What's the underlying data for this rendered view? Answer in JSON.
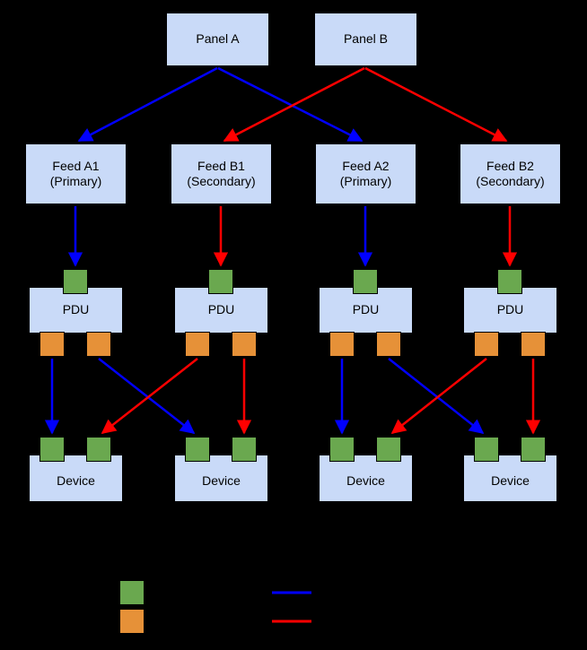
{
  "diagram": {
    "panels": [
      {
        "label": "Panel A"
      },
      {
        "label": "Panel B"
      }
    ],
    "feeds": [
      {
        "line1": "Feed A1",
        "line2": "(Primary)"
      },
      {
        "line1": "Feed B1",
        "line2": "(Secondary)"
      },
      {
        "line1": "Feed A2",
        "line2": "(Primary)"
      },
      {
        "line1": "Feed B2",
        "line2": "(Secondary)"
      }
    ],
    "pdus": [
      {
        "label": "PDU"
      },
      {
        "label": "PDU"
      },
      {
        "label": "PDU"
      },
      {
        "label": "PDU"
      }
    ],
    "devices": [
      {
        "label": "Device"
      },
      {
        "label": "Device"
      },
      {
        "label": "Device"
      },
      {
        "label": "Device"
      }
    ],
    "colors": {
      "background": "#000000",
      "node_fill": "#c9daf8",
      "node_border": "#000000",
      "input_port": "#6aa84f",
      "output_port": "#e69138",
      "primary_path": "#0000ff",
      "secondary_path": "#ff0000"
    },
    "legend": {
      "swatches": [
        "input-port-green",
        "output-port-orange"
      ],
      "lines": [
        "primary-feed-blue",
        "secondary-feed-red"
      ]
    }
  }
}
